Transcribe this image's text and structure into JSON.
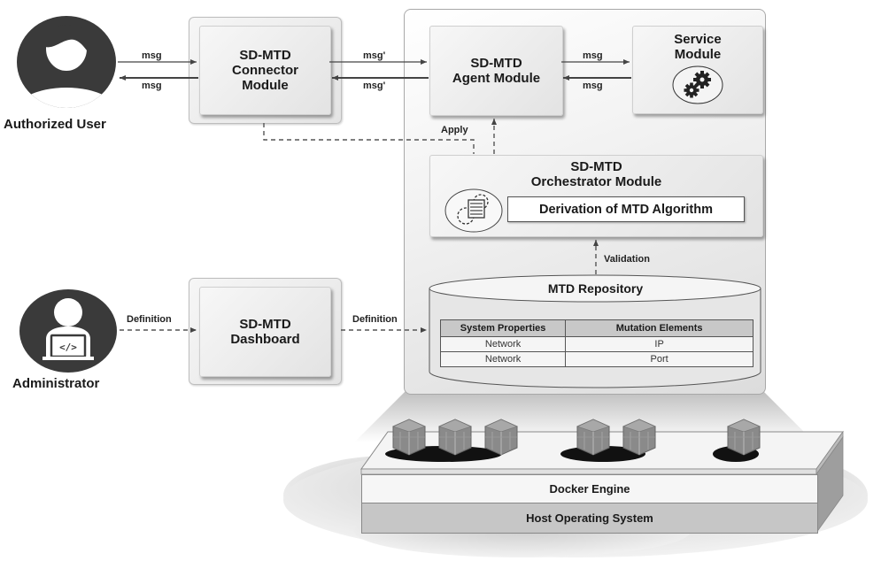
{
  "actors": {
    "authorized_user": "Authorized User",
    "administrator": "Administrator"
  },
  "modules": {
    "connector": [
      "SD-MTD",
      "Connector",
      "Module"
    ],
    "agent": [
      "SD-MTD",
      "Agent Module"
    ],
    "service": [
      "Service",
      "Module"
    ],
    "orchestrator": [
      "SD-MTD",
      "Orchestrator Module"
    ],
    "orchestrator_algorithm": "Derivation of MTD Algorithm",
    "dashboard": [
      "SD-MTD",
      "Dashboard"
    ]
  },
  "edges": {
    "user_to_connector": "msg",
    "connector_to_user": "msg",
    "connector_to_agent": "msg'",
    "agent_to_connector": "msg'",
    "agent_to_service": "msg",
    "service_to_agent": "msg",
    "apply": "Apply",
    "validation": "Validation",
    "admin_to_dashboard": "Definition",
    "dashboard_to_repository": "Definition"
  },
  "repository": {
    "title": "MTD Repository",
    "columns": [
      "System Properties",
      "Mutation Elements"
    ],
    "rows": [
      [
        "Network",
        "IP"
      ],
      [
        "Network",
        "Port"
      ]
    ]
  },
  "infrastructure": {
    "docker_engine": "Docker Engine",
    "host_os": "Host Operating System",
    "container_groups": [
      3,
      2,
      1
    ]
  },
  "colors": {
    "icon_dark": "#3a3a3a",
    "box_light": "#efefef",
    "header_gray": "#c8c8c8",
    "host_layer": "#c6c6c6"
  }
}
